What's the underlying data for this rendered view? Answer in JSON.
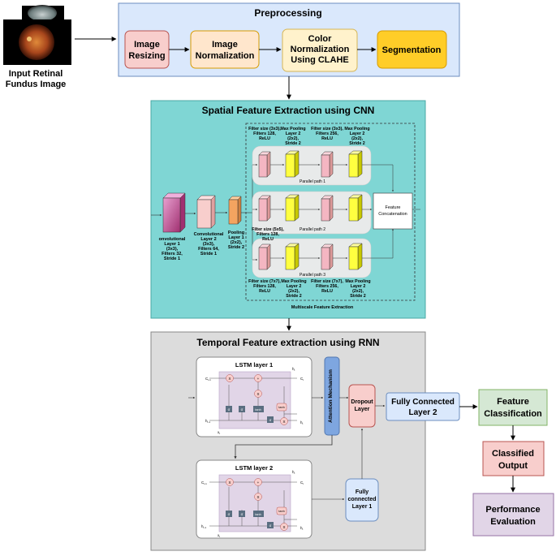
{
  "input": {
    "label_line1": "Input Retinal",
    "label_line2": "Fundus Image"
  },
  "preprocessing": {
    "title": "Preprocessing",
    "steps": [
      {
        "l1": "Image",
        "l2": "Resizing",
        "l3": ""
      },
      {
        "l1": "Image",
        "l2": "Normalization",
        "l3": ""
      },
      {
        "l1": "Color",
        "l2": "Normalization",
        "l3": "Using CLAHE"
      },
      {
        "l1": "Segmentation",
        "l2": "",
        "l3": ""
      }
    ]
  },
  "cnn": {
    "title": "Spatial Feature Extraction using CNN",
    "conv1": [
      "onvolutional",
      "Layer 1",
      "(3x3),",
      "Filters 32,",
      "Stride 1"
    ],
    "conv2": [
      "Convolutional",
      "Layer 2",
      "(3x3),",
      "Filters 64,",
      "Stride 1"
    ],
    "pool1": [
      "Pooling",
      "Layer 1",
      "(2x2),",
      "Stride 2"
    ],
    "top_labels": [
      [
        "Filter size (3x3),",
        "Filters 128,",
        "ReLU"
      ],
      [
        "Max Pooling",
        "Layer 2",
        "(2x2),",
        "Stride 2"
      ],
      [
        "Filter size (3x3),",
        "Filters 256,",
        "ReLU"
      ],
      [
        "Max Pooling",
        "Layer 2",
        "(2x2),",
        "Stride 2"
      ]
    ],
    "bottom_labels": [
      [
        "Filter size (7x7),",
        "Filters 128,",
        "ReLU"
      ],
      [
        "Max Pooling",
        "Layer 2",
        "(2x2),",
        "Stride 2"
      ],
      [
        "Filter size (7x7),",
        "Filters 256,",
        "ReLU"
      ],
      [
        "Max Pooling",
        "Layer 2",
        "(2x2),",
        "Stride 2"
      ]
    ],
    "mid_label": [
      "Filter size (5x5),",
      "Filters 128,",
      "ReLU"
    ],
    "path1": "Parallel path 1",
    "path2": "Parallel path 2",
    "path3": "Parallel path 3",
    "concat_l1": "Feature",
    "concat_l2": "Concatenation",
    "multiscale": "Multiscale Feature Extraction"
  },
  "rnn": {
    "title": "Temporal Feature extraction using RNN",
    "lstm1": "LSTM layer 1",
    "lstm2": "LSTM layer 2",
    "attention": "Attention Mechanism",
    "dropout_l1": "Dropout",
    "dropout_l2": "Layer",
    "fc1_l1": "Fully",
    "fc1_l2": "connected",
    "fc1_l3": "Layer 1",
    "fc2_l1": "Fully Connected",
    "fc2_l2": "Layer 2",
    "cell": {
      "c_prev": "C",
      "c_prev_sub": "t-1",
      "c_out": "C",
      "c_out_sub": "t",
      "h_prev": "h",
      "h_prev_sub": "t-1",
      "h_out": "h",
      "h_out_sub": "t",
      "x_in": "x",
      "x_in_sub": "t",
      "tanh": "tanh",
      "x_op": "X",
      "plus_op": "+",
      "sigma": "σ"
    }
  },
  "output": {
    "feat_l1": "Feature",
    "feat_l2": "Classification",
    "cls_l1": "Classified",
    "cls_l2": "Output",
    "perf_l1": "Performance",
    "perf_l2": "Evaluation"
  },
  "colors": {
    "prep_bg": "#dae8fc",
    "prep_border": "#6c8ebf",
    "resize": "#f8cecc",
    "norm": "#ffe6cc",
    "clahe": "#fff2cc",
    "seg": "#ffcd28",
    "cnn_bg": "#7fd6d4",
    "rnn_bg": "#dcdcdc",
    "lstm_inner": "#e1d5e7",
    "attention": "#7ea6e0",
    "fc": "#dae8fc",
    "feat": "#d5e8d4",
    "cls": "#f8cecc",
    "perf": "#e1d5e7"
  }
}
